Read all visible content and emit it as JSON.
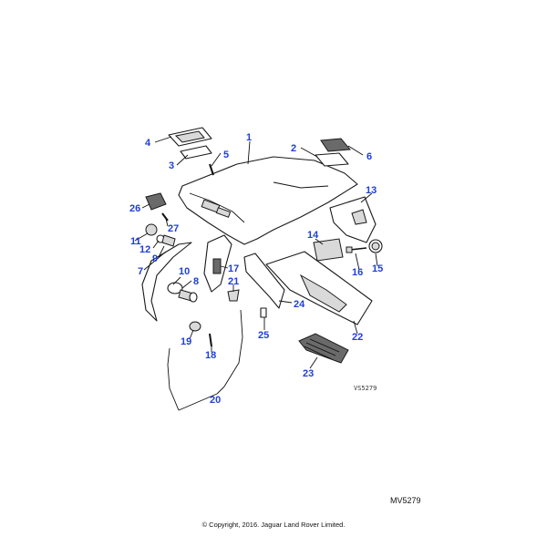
{
  "diagram": {
    "callouts": [
      "1",
      "2",
      "3",
      "4",
      "5",
      "6",
      "7",
      "8",
      "9",
      "10",
      "11",
      "12",
      "13",
      "14",
      "15",
      "16",
      "17",
      "18",
      "19",
      "20",
      "21",
      "22",
      "23",
      "24",
      "25",
      "26",
      "27"
    ],
    "inner_reference": "VS5279",
    "reference": "MV5279",
    "copyright": "© Copyright, 2016. Jaguar Land Rover Limited."
  }
}
